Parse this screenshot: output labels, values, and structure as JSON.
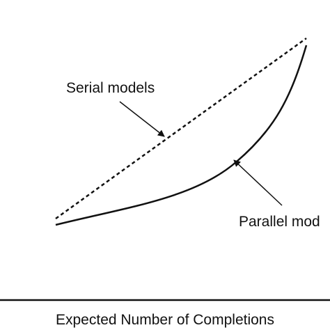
{
  "figure": {
    "serial_label": "Serial models",
    "parallel_label": "Parallel mod",
    "x_axis_label": "Expected Number of Completions"
  },
  "colors": {
    "ink": "#111111",
    "background": "#ffffff"
  }
}
